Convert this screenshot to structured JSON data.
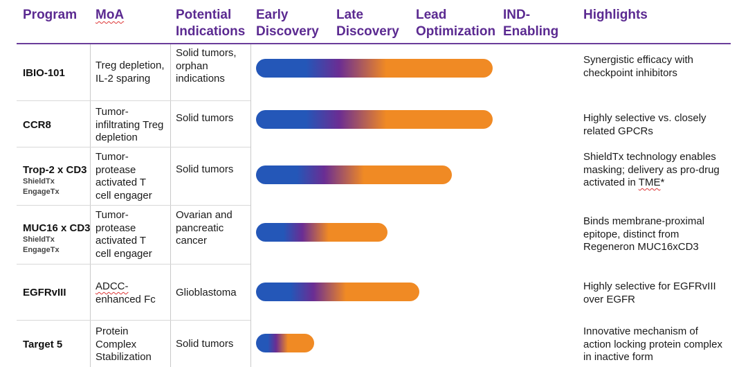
{
  "header": {
    "program": "Program",
    "moa": "MoA",
    "potential": "Potential",
    "indications": "Indications",
    "early": "Early",
    "early2": "Discovery",
    "late": "Late",
    "late2": "Discovery",
    "lead": "Lead",
    "lead2": "Optimization",
    "ind": "IND-",
    "ind2": "Enabling",
    "highlights": "Highlights"
  },
  "colors": {
    "header": "#5b2a91",
    "bar_start": "#2457b8",
    "bar_mid": "#6a2d93",
    "bar_end": "#f08a24"
  },
  "rows": [
    {
      "program": "IBIO-101",
      "sub1": "",
      "sub2": "",
      "moa": [
        "Treg depletion,",
        "IL-2 sparing"
      ],
      "ind": [
        "Solid tumors,",
        "orphan",
        "indications"
      ],
      "highlights": [
        "Synergistic efficacy with",
        "checkpoint inhibitors"
      ],
      "progress": 0.81
    },
    {
      "program": "CCR8",
      "sub1": "",
      "sub2": "",
      "moa": [
        "Tumor-",
        "infiltrating Treg",
        "depletion"
      ],
      "ind": [
        "Solid tumors"
      ],
      "highlights": [
        "Highly selective vs. closely",
        "related GPCRs"
      ],
      "progress": 0.81
    },
    {
      "program": "Trop-2 x CD3",
      "sub1": "ShieldTx",
      "sub2": "EngageTx",
      "moa": [
        "Tumor-",
        "protease",
        "activated T",
        "cell engager"
      ],
      "ind": [
        "Solid tumors"
      ],
      "highlights": [
        "ShieldTx technology enables",
        "masking; delivery as pro-drug",
        "activated in TME*"
      ],
      "progress": 0.67
    },
    {
      "program": "MUC16 x CD3",
      "sub1": "ShieldTx",
      "sub2": "EngageTx",
      "moa": [
        "Tumor-",
        "protease",
        "activated T",
        "cell engager"
      ],
      "ind": [
        "Ovarian and",
        "pancreatic",
        "cancer"
      ],
      "highlights": [
        "Binds membrane-proximal",
        "epitope, distinct from",
        "Regeneron MUC16xCD3"
      ],
      "progress": 0.45
    },
    {
      "program": "EGFRvIII",
      "sub1": "",
      "sub2": "",
      "moa": [
        "ADCC-",
        "enhanced Fc"
      ],
      "ind": [
        "Glioblastoma"
      ],
      "highlights": [
        "Highly selective for EGFRvIII",
        "over EGFR"
      ],
      "progress": 0.56
    },
    {
      "program": "Target 5",
      "sub1": "",
      "sub2": "",
      "moa": [
        "Protein",
        "Complex",
        "Stabilization"
      ],
      "ind": [
        "Solid tumors"
      ],
      "highlights": [
        "Innovative mechanism of",
        "action locking protein complex",
        "in inactive form"
      ],
      "progress": 0.2
    }
  ]
}
